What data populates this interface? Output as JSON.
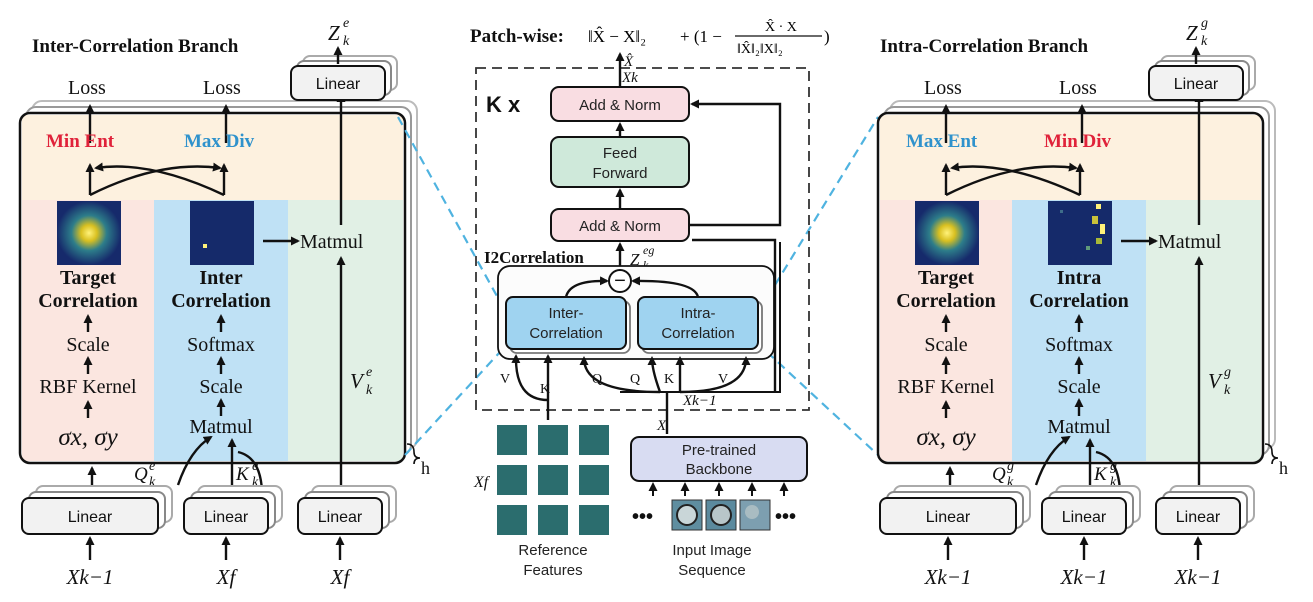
{
  "top_formula": {
    "prefix": "Patch-wise:",
    "term1": "‖X̂ − X‖₂",
    "term2": "+ (1 −",
    "num": "X̂ · X",
    "den": "‖X̂‖₂‖X‖₂",
    "close": ")"
  },
  "left": {
    "title": "Inter-Correlation Branch",
    "z_label": "Z",
    "z_sup": "e",
    "z_sub": "k",
    "linear_top": "Linear",
    "loss1": "Loss",
    "loss2": "Loss",
    "obj1": "Min Ent",
    "obj2": "Max Div",
    "col1": [
      "Target",
      "Correlation",
      "Scale",
      "RBF Kernel",
      "σx, σy"
    ],
    "col2": [
      "Inter",
      "Correlation",
      "Softmax",
      "Scale",
      "Matmul"
    ],
    "matmul": "Matmul",
    "v_label": "V",
    "v_sup": "e",
    "v_sub": "k",
    "q_label": "Q",
    "q_sup": "e",
    "q_sub": "k",
    "k_label": "K",
    "k_sup": "e",
    "k_sub": "k",
    "h": "h",
    "linears": [
      "Linear",
      "Linear",
      "Linear"
    ],
    "inputs": [
      "Xk−1",
      "Xf",
      "Xf"
    ]
  },
  "center": {
    "kx": "K x",
    "xhat": "X̂",
    "xk": "Xk",
    "add_norm_top": "Add & Norm",
    "ffn": [
      "Feed",
      "Forward"
    ],
    "add_norm_bottom": "Add & Norm",
    "i2": "I2Correlation",
    "zeg": "Z",
    "zeg_sup": "eg",
    "zeg_sub": "k",
    "minus": "−",
    "inter_block": [
      "Inter-",
      "Correlation"
    ],
    "intra_block": [
      "Intra-",
      "Correlation"
    ],
    "vkq_left": [
      "V",
      "K",
      "Q"
    ],
    "qkv_right": [
      "Q",
      "K",
      "V"
    ],
    "xk1": "Xk−1",
    "x": "X",
    "xf": "Xf",
    "backbone": [
      "Pre-trained",
      "Backbone"
    ],
    "ref_caption": [
      "Reference",
      "Features"
    ],
    "img_caption": [
      "Input Image",
      "Sequence"
    ]
  },
  "right": {
    "title": "Intra-Correlation Branch",
    "z_label": "Z",
    "z_sup": "g",
    "z_sub": "k",
    "linear_top": "Linear",
    "loss1": "Loss",
    "loss2": "Loss",
    "obj1": "Max Ent",
    "obj2": "Min Div",
    "col1": [
      "Target",
      "Correlation",
      "Scale",
      "RBF Kernel",
      "σx, σy"
    ],
    "col2": [
      "Intra",
      "Correlation",
      "Softmax",
      "Scale",
      "Matmul"
    ],
    "matmul": "Matmul",
    "v_label": "V",
    "v_sup": "g",
    "v_sub": "k",
    "q_label": "Q",
    "q_sup": "g",
    "q_sub": "k",
    "k_label": "K",
    "k_sup": "g",
    "k_sub": "k",
    "h": "h",
    "linears": [
      "Linear",
      "Linear",
      "Linear"
    ],
    "inputs": [
      "Xk−1",
      "Xk−1",
      "Xk−1"
    ]
  },
  "colors": {
    "objective_bg": "#fdf1df",
    "target_bg": "#fbe6e0",
    "inter_bg": "#bfe1f5",
    "value_bg": "#e1f0e5",
    "add_norm": "#f9dde2",
    "ffn": "#cfe9da",
    "corr_block": "#9fd3f0",
    "backbone": "#d8dcf2",
    "red": "#e0223a",
    "blue": "#2f92cc"
  }
}
